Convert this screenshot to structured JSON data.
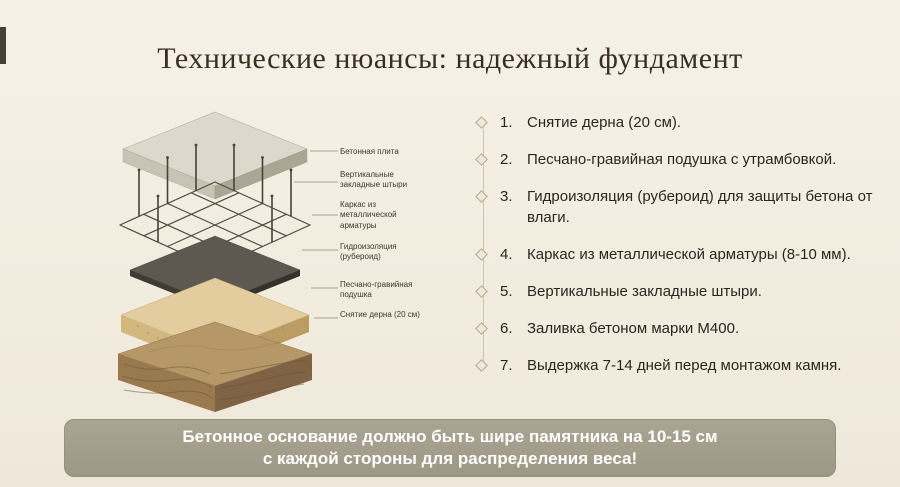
{
  "page": {
    "title": "Технические нюансы: надежный фундамент",
    "background_color": "#f2ecdf",
    "title_color": "#3a3022"
  },
  "diagram": {
    "labels": [
      {
        "text": "Бетонная плита"
      },
      {
        "text": "Вертикальные закладные штыри"
      },
      {
        "text": "Каркас из металлической арматуры"
      },
      {
        "text": "Гидроизоляция (рубероид)"
      },
      {
        "text": "Песчано-гравийная подушка"
      },
      {
        "text": "Снятие дерна (20 см)"
      }
    ],
    "layer_colors": {
      "concrete_top": "#dcd8cb",
      "waterproofing_top": "#5d5950",
      "sand_top": "#e3cd9e",
      "soil_top": "#b69868"
    }
  },
  "steps": [
    {
      "num": "1.",
      "text": "Снятие дерна (20 см)."
    },
    {
      "num": "2.",
      "text": "Песчано-гравийная подушка с утрамбовкой."
    },
    {
      "num": "3.",
      "text": "Гидроизоляция (рубероид) для защиты бетона от влаги."
    },
    {
      "num": "4.",
      "text": "Каркас из металлической арматуры (8-10 мм)."
    },
    {
      "num": "5.",
      "text": "Вертикальные закладные штыри."
    },
    {
      "num": "6.",
      "text": "Заливка бетоном марки М400."
    },
    {
      "num": "7.",
      "text": "Выдержка 7-14 дней перед монтажом камня."
    }
  ],
  "banner": {
    "line1": "Бетонное основание должно быть шире памятника на 10-15 см",
    "line2": "с каждой стороны для распределения веса!",
    "background_color": "#a5a08e",
    "text_color": "#ffffff"
  }
}
